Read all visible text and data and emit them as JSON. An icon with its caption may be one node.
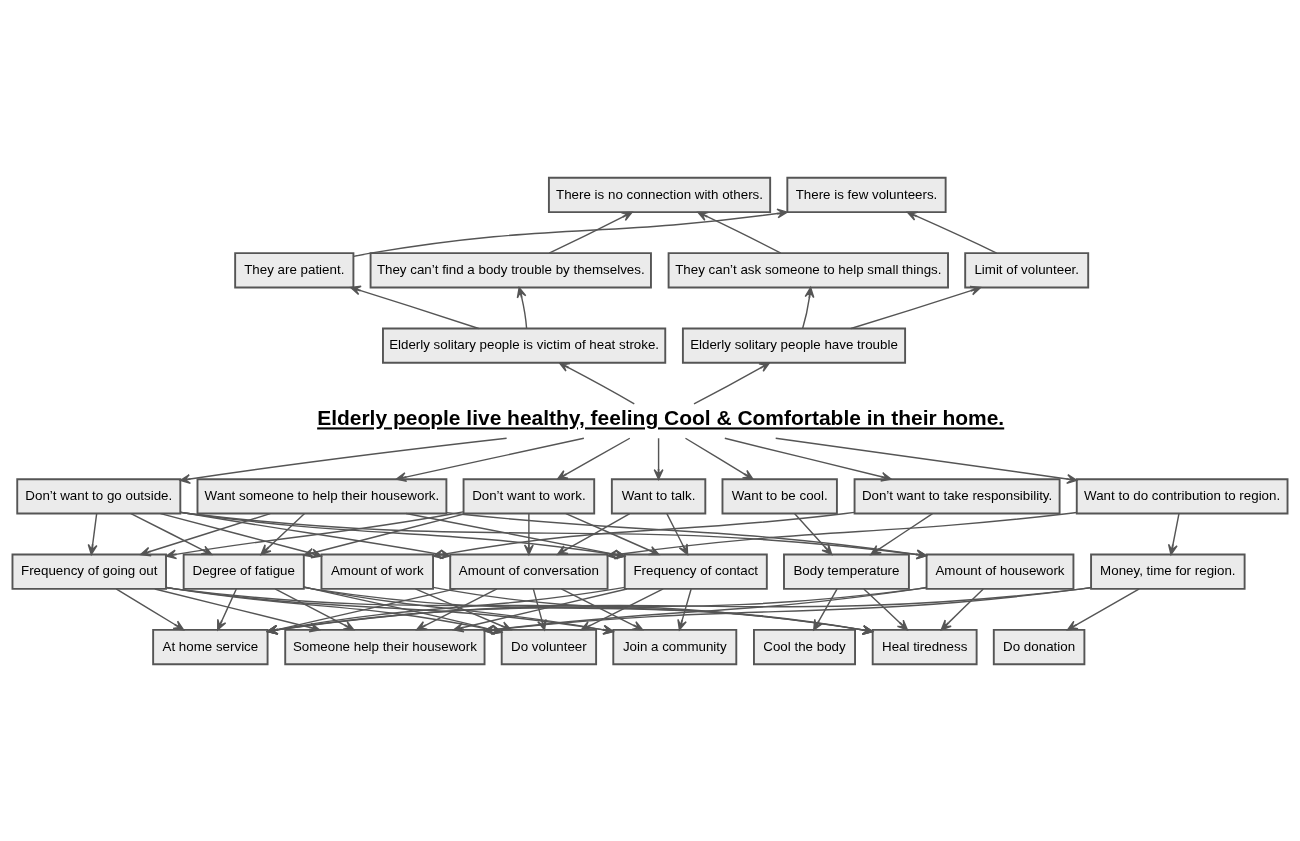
{
  "diagram": {
    "nodes": [
      {
        "text": [
          "There is no connection with others."
        ]
      },
      {
        "text": [
          "There is few volunteers."
        ]
      },
      {
        "text": [
          "They are patient."
        ]
      },
      {
        "text": [
          "They can’t find a body trouble by themselves."
        ]
      },
      {
        "text": [
          "They can’t ask someone to help small things."
        ]
      },
      {
        "text": [
          "Limit of volunteer."
        ]
      },
      {
        "text": [
          "Elderly solitary people is victim of heat stroke."
        ]
      },
      {
        "text": [
          "Elderly solitary people have trouble"
        ]
      },
      {
        "text": [
          "Elderly people live healthy, feeling Cool & Comfortable in their home."
        ]
      },
      {
        "text": [
          "Don’t want to go outside."
        ]
      },
      {
        "text": [
          "Want someone to help their housework."
        ]
      },
      {
        "text": [
          "Don’t want to work."
        ]
      },
      {
        "text": [
          "Want to talk."
        ]
      },
      {
        "text": [
          "Want to be cool."
        ]
      },
      {
        "text": [
          "Don’t want to take responsibility."
        ]
      },
      {
        "text": [
          "Want to do contribution to region."
        ]
      },
      {
        "text": [
          "Frequency of going out"
        ]
      },
      {
        "text": [
          "Degree of fatigue"
        ]
      },
      {
        "text": [
          "Amount of work"
        ]
      },
      {
        "text": [
          "Amount of conversation"
        ]
      },
      {
        "text": [
          "Frequency of contact"
        ]
      },
      {
        "text": [
          "Body temperature"
        ]
      },
      {
        "text": [
          "Amount of housework"
        ]
      },
      {
        "text": [
          "Money, time for region."
        ]
      },
      {
        "text": [
          "At home service"
        ]
      },
      {
        "text": [
          "Someone help their housework"
        ]
      },
      {
        "text": [
          "Do volunteer"
        ]
      },
      {
        "text": [
          "Join a community"
        ]
      },
      {
        "text": [
          "Cool the body"
        ]
      },
      {
        "text": [
          "Heal tiredness"
        ]
      },
      {
        "text": [
          "Do donation"
        ]
      }
    ],
    "edges": [
      {
        "from": 2,
        "to": 1,
        "arrow": "to"
      },
      {
        "from": 3,
        "to": 0,
        "arrow": "to"
      },
      {
        "from": 4,
        "to": 0,
        "arrow": "to"
      },
      {
        "from": 5,
        "to": 1,
        "arrow": "to"
      },
      {
        "from": 6,
        "to": 2,
        "arrow": "to"
      },
      {
        "from": 6,
        "to": 3,
        "arrow": "to"
      },
      {
        "from": 7,
        "to": 4,
        "arrow": "to"
      },
      {
        "from": 7,
        "to": 5,
        "arrow": "to"
      },
      {
        "from": 8,
        "to": 6,
        "arrow": "to"
      },
      {
        "from": 8,
        "to": 7,
        "arrow": "to"
      },
      {
        "from": 8,
        "to": 9,
        "arrow": "to"
      },
      {
        "from": 8,
        "to": 10,
        "arrow": "to"
      },
      {
        "from": 8,
        "to": 11,
        "arrow": "to"
      },
      {
        "from": 8,
        "to": 12,
        "arrow": "to"
      },
      {
        "from": 8,
        "to": 13,
        "arrow": "to"
      },
      {
        "from": 8,
        "to": 14,
        "arrow": "to"
      },
      {
        "from": 8,
        "to": 15,
        "arrow": "to"
      },
      {
        "from": 9,
        "to": 16,
        "arrow": "to"
      },
      {
        "from": 9,
        "to": 17,
        "arrow": "to"
      },
      {
        "from": 9,
        "to": 18,
        "arrow": "to"
      },
      {
        "from": 9,
        "to": 19,
        "arrow": "to"
      },
      {
        "from": 9,
        "to": 20,
        "arrow": "to"
      },
      {
        "from": 9,
        "to": 22,
        "arrow": "to"
      },
      {
        "from": 10,
        "to": 16,
        "arrow": "to"
      },
      {
        "from": 10,
        "to": 17,
        "arrow": "to"
      },
      {
        "from": 10,
        "to": 20,
        "arrow": "to"
      },
      {
        "from": 10,
        "to": 22,
        "arrow": "to"
      },
      {
        "from": 11,
        "to": 16,
        "arrow": "to"
      },
      {
        "from": 11,
        "to": 17,
        "arrow": "to"
      },
      {
        "from": 11,
        "to": 19,
        "arrow": "to"
      },
      {
        "from": 11,
        "to": 20,
        "arrow": "to"
      },
      {
        "from": 12,
        "to": 19,
        "arrow": "to"
      },
      {
        "from": 12,
        "to": 20,
        "arrow": "to"
      },
      {
        "from": 13,
        "to": 21,
        "arrow": "to"
      },
      {
        "from": 14,
        "to": 18,
        "arrow": "to"
      },
      {
        "from": 14,
        "to": 21,
        "arrow": "to"
      },
      {
        "from": 15,
        "to": 19,
        "arrow": "to"
      },
      {
        "from": 15,
        "to": 23,
        "arrow": "to"
      },
      {
        "from": 16,
        "to": 24,
        "arrow": "to"
      },
      {
        "from": 16,
        "to": 25,
        "arrow": "to"
      },
      {
        "from": 16,
        "to": 26,
        "arrow": "to"
      },
      {
        "from": 16,
        "to": 27,
        "arrow": "to"
      },
      {
        "from": 16,
        "to": 29,
        "arrow": "to"
      },
      {
        "from": 17,
        "to": 24,
        "arrow": "to"
      },
      {
        "from": 17,
        "to": 25,
        "arrow": "to"
      },
      {
        "from": 17,
        "to": 26,
        "arrow": "to"
      },
      {
        "from": 17,
        "to": 27,
        "arrow": "to"
      },
      {
        "from": 17,
        "to": 29,
        "arrow": "to"
      },
      {
        "from": 18,
        "to": 26,
        "arrow": "to"
      },
      {
        "from": 18,
        "to": 29,
        "arrow": "to"
      },
      {
        "from": 19,
        "to": 24,
        "arrow": "to"
      },
      {
        "from": 19,
        "to": 25,
        "arrow": "to"
      },
      {
        "from": 19,
        "to": 26,
        "arrow": "to"
      },
      {
        "from": 19,
        "to": 27,
        "arrow": "to"
      },
      {
        "from": 20,
        "to": 24,
        "arrow": "to"
      },
      {
        "from": 20,
        "to": 25,
        "arrow": "to"
      },
      {
        "from": 20,
        "to": 26,
        "arrow": "to"
      },
      {
        "from": 20,
        "to": 27,
        "arrow": "to"
      },
      {
        "from": 21,
        "to": 28,
        "arrow": "to"
      },
      {
        "from": 21,
        "to": 29,
        "arrow": "to"
      },
      {
        "from": 22,
        "to": 24,
        "arrow": "to"
      },
      {
        "from": 22,
        "to": 25,
        "arrow": "to"
      },
      {
        "from": 22,
        "to": 29,
        "arrow": "to"
      },
      {
        "from": 23,
        "to": 24,
        "arrow": "to"
      },
      {
        "from": 23,
        "to": 25,
        "arrow": "to"
      },
      {
        "from": 23,
        "to": 30,
        "arrow": "to"
      }
    ]
  }
}
